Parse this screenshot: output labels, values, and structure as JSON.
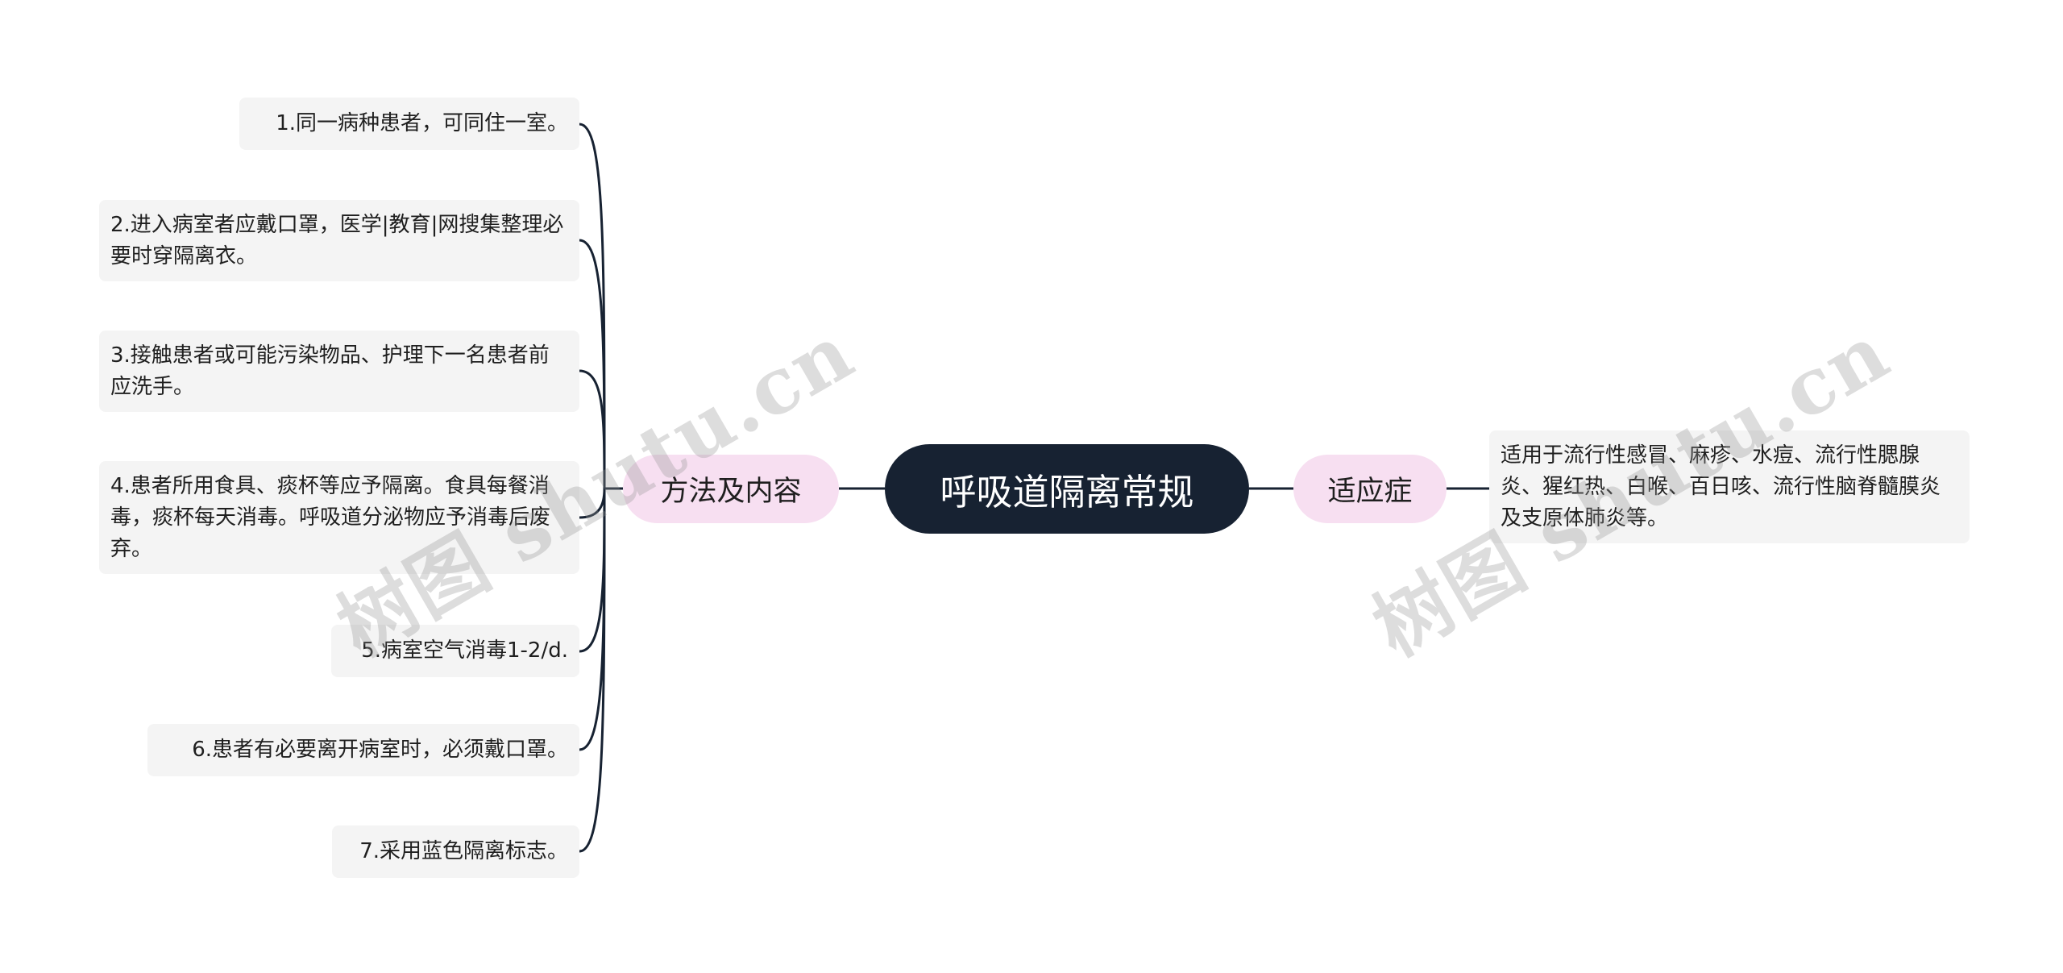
{
  "root": {
    "label": "呼吸道隔离常规"
  },
  "branches": {
    "left": {
      "label": "方法及内容",
      "items": [
        "1.同一病种患者，可同住一室。",
        "2.进入病室者应戴口罩，医学|教育|网搜集整理必要时穿隔离衣。",
        "3.接触患者或可能污染物品、护理下一名患者前应洗手。",
        "4.患者所用食具、痰杯等应予隔离。食具每餐消毒，痰杯每天消毒。呼吸道分泌物应予消毒后废弃。",
        "5.病室空气消毒1-2/d.",
        "6.患者有必要离开病室时，必须戴口罩。",
        "7.采用蓝色隔离标志。"
      ]
    },
    "right": {
      "label": "适应症",
      "items": [
        "适用于流行性感冒、麻疹、水痘、流行性腮腺炎、猩红热、白喉、百日咳、流行性脑脊髓膜炎及支原体肺炎等。"
      ]
    }
  },
  "watermark": {
    "text": "树图 shutu.cn"
  },
  "colors": {
    "root_fill": "#172232",
    "branch_fill": "#f7dff1",
    "leaf_fill": "#f4f4f4",
    "line": "#172232"
  }
}
